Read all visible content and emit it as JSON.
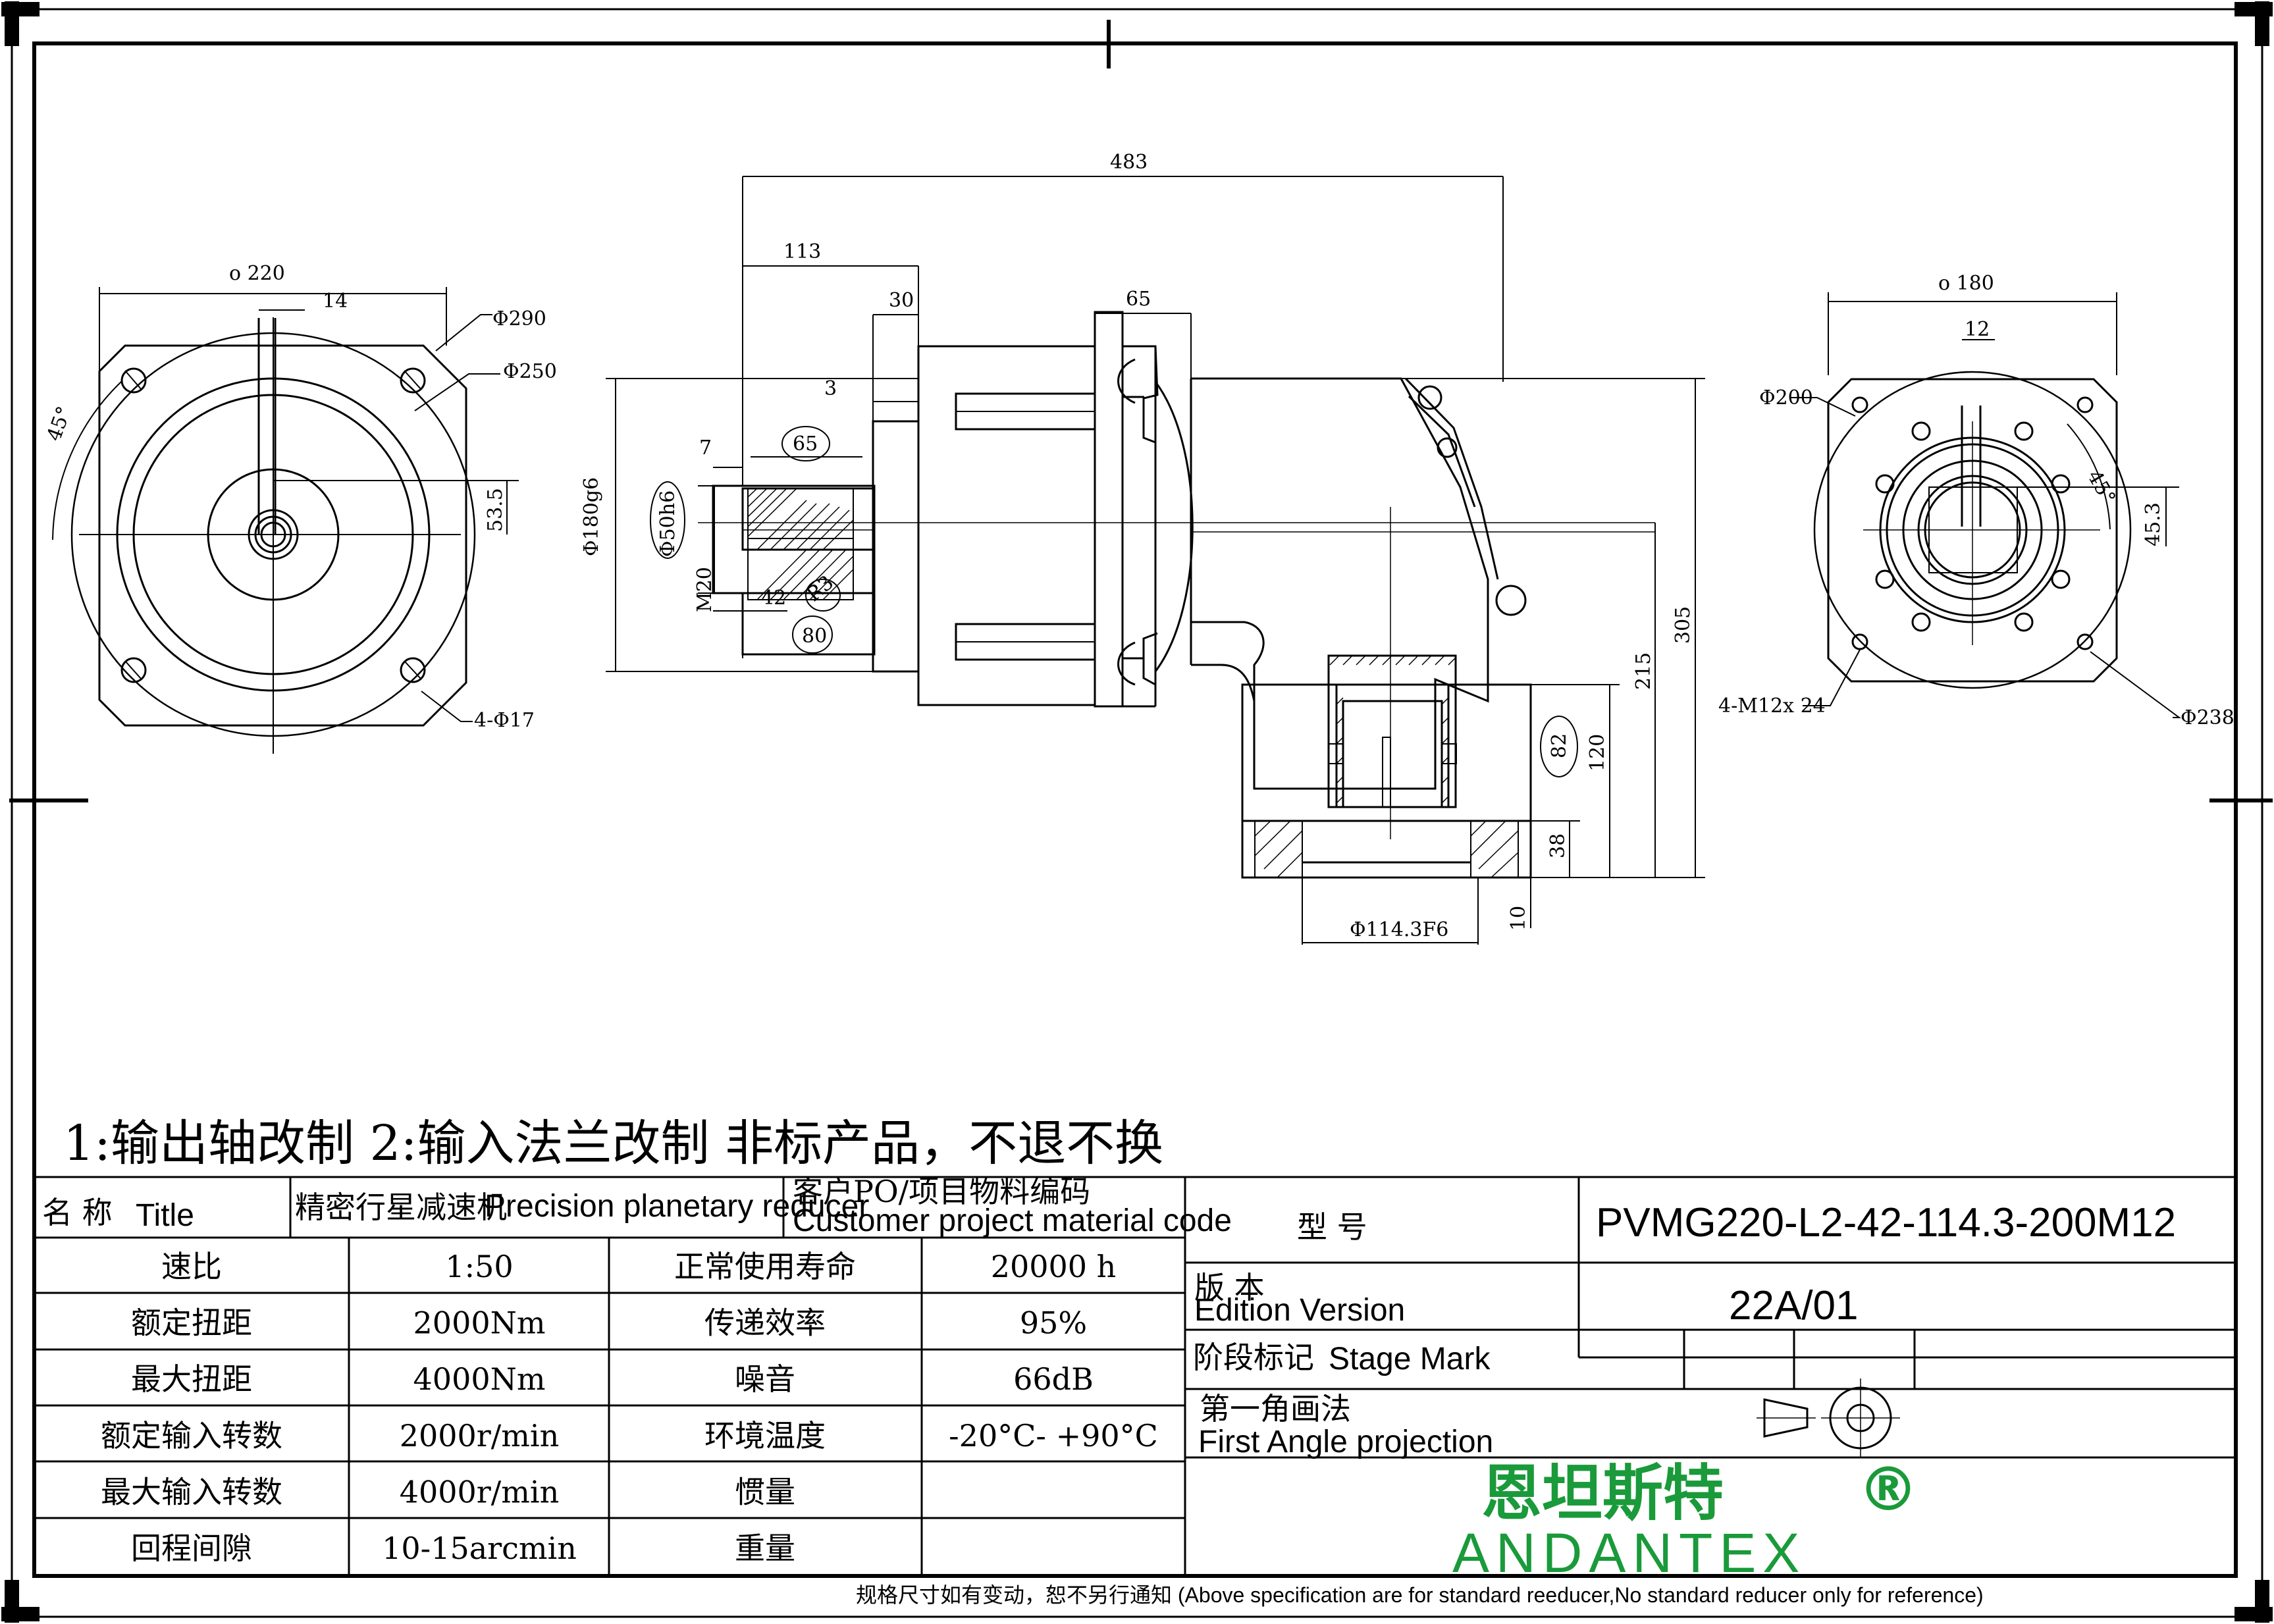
{
  "note": "1:输出轴改制  2:输入法兰改制   非标产品，不退不换",
  "footer": "规格尺寸如有变动，恕不另行通知   (Above specification are for standard reeducer,No standard reducer only for reference)",
  "title_block": {
    "name_cn": "名 称",
    "name_en": "Title",
    "product_cn": "精密行星减速机",
    "product_en": "Precision planetary reducer",
    "po_cn": "客户PO/项目物料编码",
    "po_en": "Customer project material code",
    "model_label": "型 号",
    "model_value": "PVMG220-L2-42-114.3-200M12",
    "version_cn": "版 本",
    "version_en": "Edition Version",
    "version_value": "22A/01",
    "stage_cn": "阶段标记",
    "stage_en": "Stage Mark",
    "projection_cn": "第一角画法",
    "projection_en": "First Angle projection",
    "brand_cn": "恩坦斯特",
    "brand_reg": "®",
    "brand_en": "ANDANTEX"
  },
  "specs": [
    {
      "label": "速比",
      "value": "1:50",
      "label2": "正常使用寿命",
      "value2": "20000 h"
    },
    {
      "label": "额定扭距",
      "value": "2000Nm",
      "label2": "传递效率",
      "value2": "95%"
    },
    {
      "label": "最大扭距",
      "value": "4000Nm",
      "label2": "噪音",
      "value2": "66dB"
    },
    {
      "label": "额定输入转数",
      "value": "2000r/min",
      "label2": "环境温度",
      "value2": "-20°C- +90°C"
    },
    {
      "label": "最大输入转数",
      "value": "4000r/min",
      "label2": "惯量",
      "value2": ""
    },
    {
      "label": "回程间隙",
      "value": "10-15arcmin",
      "label2": "重量",
      "value2": ""
    }
  ],
  "dims": {
    "d483": "483",
    "d113": "113",
    "d30": "30",
    "d65": "65",
    "d3": "3",
    "d7": "7",
    "d65b": "65",
    "d180": "Φ180g6",
    "d50": "Φ50h6",
    "m20": "M20",
    "d42": "42",
    "r3": "R3",
    "d80": "80",
    "d305": "305",
    "d215": "215",
    "d120": "120",
    "d82": "82",
    "d38": "38",
    "d10": "10",
    "d114": "Φ114.3F6",
    "o220": "ο 220",
    "d14": "14",
    "p290": "Φ290",
    "p250": "Φ250",
    "a45": "45°",
    "d53": "53.5",
    "h17": "4-Φ17",
    "o180": "ο 180",
    "d12": "12",
    "p200": "Φ200",
    "a45b": "45°",
    "d45": "45.3",
    "m12": "4-M12x 24",
    "p238": "Φ238"
  }
}
